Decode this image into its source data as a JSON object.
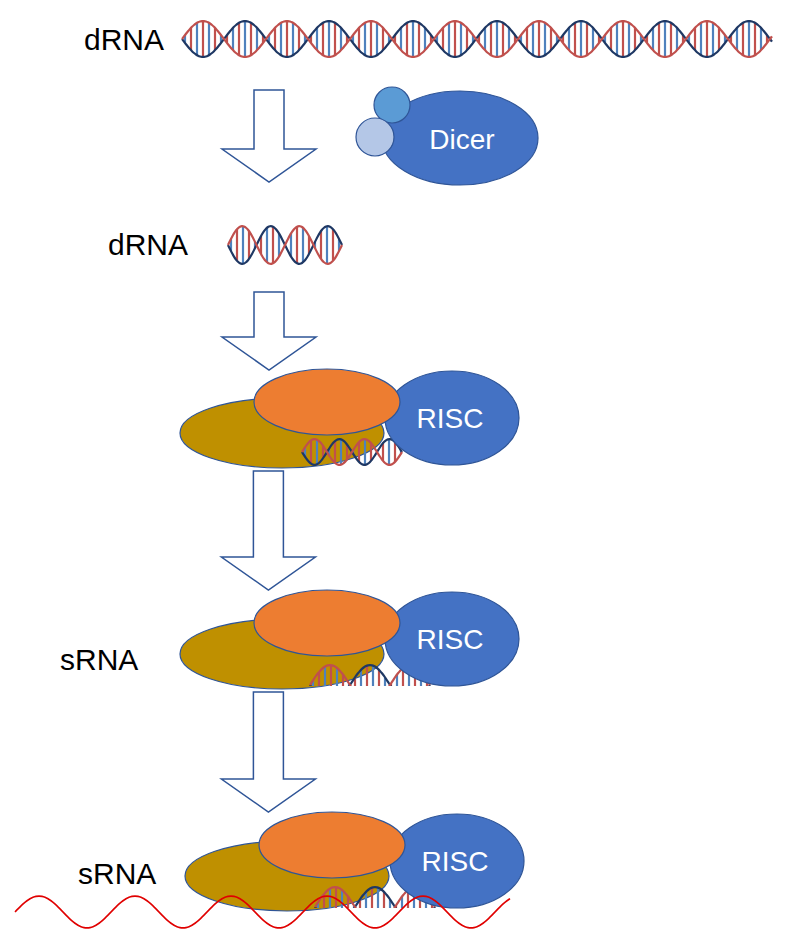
{
  "diagram": {
    "nodes": [
      {
        "text": [
          "Dicer"
        ]
      },
      {
        "text": [
          "RISC"
        ]
      },
      {
        "text": [
          "RISC"
        ]
      },
      {
        "text": [
          "RISC"
        ]
      }
    ],
    "edges": [
      {
        "from": 1,
        "to": 2,
        "arrow": "to"
      },
      {
        "from": 2,
        "to": 3,
        "arrow": "to"
      }
    ],
    "labels": [
      "dRNA",
      "dRNA",
      "sRNA",
      "sRNA"
    ]
  }
}
